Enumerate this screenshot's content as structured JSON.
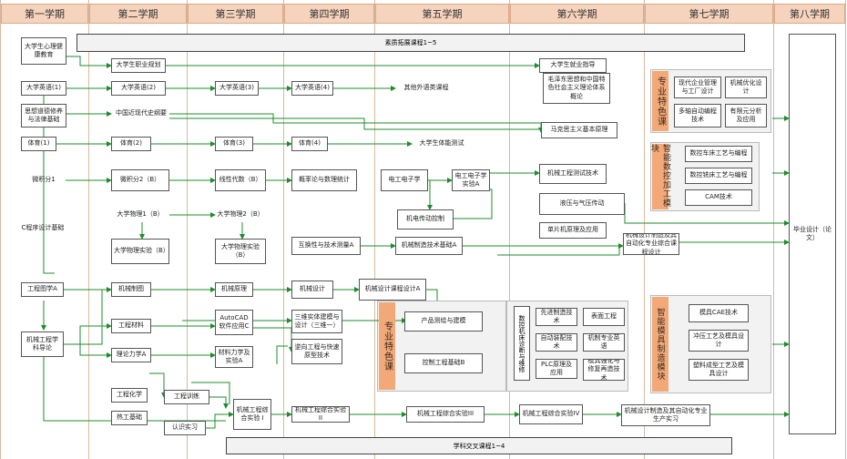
{
  "semesters": [
    "第一学期",
    "第二学期",
    "第三学期",
    "第四学期",
    "第五学期",
    "第六学期",
    "第七学期",
    "第八学期"
  ],
  "bands": {
    "top": "素质拓展课程1~5",
    "bottom": "学科交叉课程1~4"
  },
  "col1": {
    "psych": "大学生心理健康教育",
    "english1": "大学英语(1)",
    "morality": "思想道德修养与法律基础",
    "pe1": "体育(1)",
    "calculus1": "微积分1",
    "c_programming": "C程序设计基础",
    "drawing_a": "工程图学A",
    "intro": "机械工程学科导论"
  },
  "col2": {
    "career": "大学生职业规划",
    "english2": "大学英语(2)",
    "history": "中国近现代史纲要",
    "pe2": "体育(2)",
    "calculus2": "微积分2（B）",
    "physics1": "大学物理1（B）",
    "physics_lab1": "大学物理实验（B）",
    "mech_drawing": "机械制图",
    "materials": "工程材料",
    "mechanics": "理论力学A",
    "chemistry": "工程化学",
    "metalwork": "热工基础"
  },
  "col3": {
    "english3": "大学英语(3)",
    "pe3": "体育(3)",
    "linear_algebra": "线性代数（B）",
    "physics2": "大学物理2（B）",
    "physics_lab2": "大学物理实验（B）",
    "mech_principles": "机械原理",
    "autocad": "AutoCAD软件应用C",
    "mat_mechanics": "材料力学及实验A",
    "eng_training": "工程训练",
    "cognition": "认识实习",
    "lab1": "机械工程综合实验 I"
  },
  "col4": {
    "english4": "大学英语(4)",
    "pe4": "体育(4)",
    "probability": "概率论与数理统计",
    "tolerance": "互换性与技术测量A",
    "mech_design": "机械设计",
    "modeling3d": "三维实体建模与设计（三维一）",
    "reverse_eng": "逆向工程与快速原型技术",
    "lab2": "机械工程综合实验 II"
  },
  "col5": {
    "other_english": "其他外语类课程",
    "fitness": "大学生体能测试",
    "electrotech": "电工电子学",
    "electrotech_lab": "电工电子学实验A",
    "drive_control": "机电传动控制",
    "manufacturing": "机械制造技术基础A",
    "course_design": "机械设计课程设计A",
    "lab3": "机械工程综合实验III"
  },
  "col6": {
    "employment": "大学生就业指导",
    "mao_theory": "毛泽东思想和中国特色社会主义理论体系概论",
    "marxism": "马克思主义基本原理",
    "measurement": "机械工程测试技术",
    "hydraulics": "液压与气压传动",
    "mcu": "单片机原理及应用",
    "lab4": "机械工程综合实验IV"
  },
  "col7": {
    "automation_course_design": "机械设计制造及其自动化专业综合课程设计",
    "internship": "机械设计制造及其自动化专业生产实习"
  },
  "col8": {
    "thesis": "毕业设计（论文）"
  },
  "specialty_center": {
    "label": "专业特色课",
    "product_testing": "产品测绘与建模",
    "control_eng": "控制工程基础B",
    "fault_diagnosis": "数控机床诊断与维修",
    "advanced_mfg": "先进制造技术",
    "surface_eng": "表面工程",
    "auto_mfg": "自动装配技术",
    "mfg_english": "机制专业英语",
    "plc": "PLC原理及应用",
    "mold_repair": "模具强化与修复再造技术"
  },
  "specialty_top": {
    "label": "专业特色课",
    "modern_mgmt": "现代企业管理与工厂设计",
    "optimization": "机械优化设计",
    "multi_axis": "多轴自动编程技术",
    "fea": "有限元分析及应用"
  },
  "cnc_module": {
    "label": "智能数控加工模块",
    "lathe": "数控车床工艺与编程",
    "milling": "数控铣床工艺与编程",
    "cam": "CAM技术"
  },
  "mold_module": {
    "label": "智能模具制造模块",
    "mold_cae": "模具CAE技术",
    "stamping": "冲压工艺及模具设计",
    "plastic": "塑料成型工艺及模具设计"
  }
}
